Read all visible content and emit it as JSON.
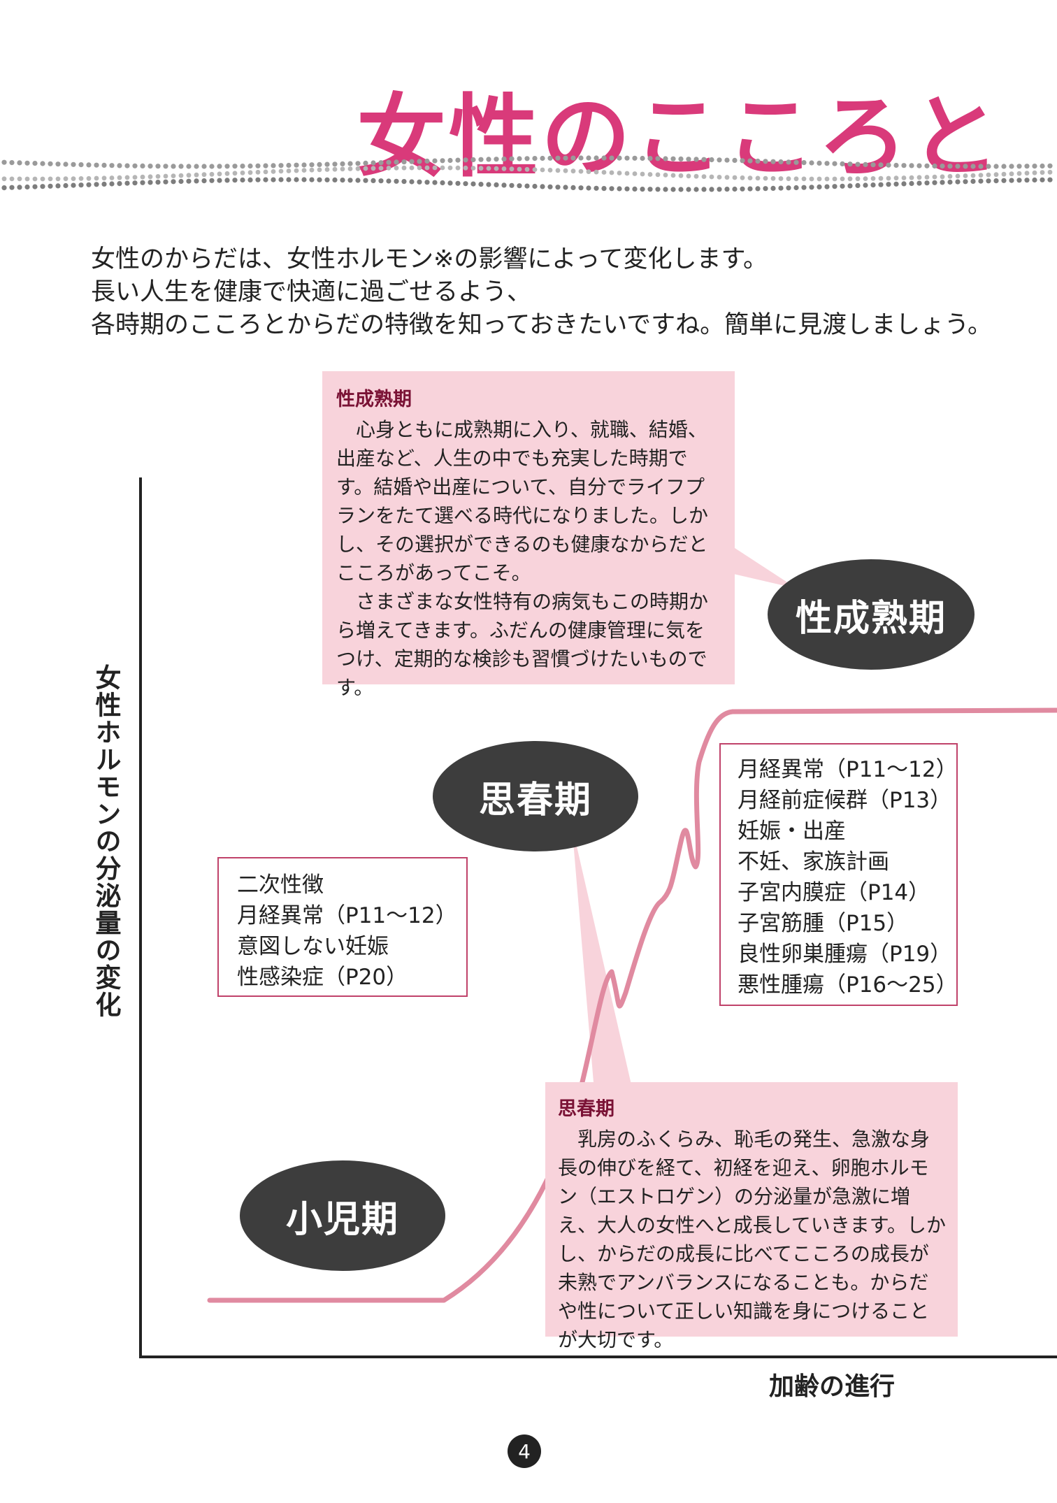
{
  "header": {
    "title": "女性のこころと"
  },
  "intro": {
    "lines": [
      "女性のからだは、女性ホルモン※の影響によって変化します。",
      "長い人生を健康で快適に過ごせるよう、",
      "各時期のこころとからだの特徴を知っておきたいですね。簡単に見渡しましょう。"
    ]
  },
  "graph": {
    "y_label": "女性ホルモンの分泌量の変化",
    "x_label": "加齢の進行"
  },
  "stages": {
    "childhood": "小児期",
    "puberty": "思春期",
    "maturity": "性成熟期"
  },
  "maturity_box": {
    "title": "性成熟期",
    "paragraphs": [
      "心身ともに成熟期に入り、就職、結婚、出産など、人生の中でも充実した時期です。結婚や出産について、自分でライフプランをたて選べる時代になりました。しかし、その選択ができるのも健康なからだとこころがあってこそ。",
      "さまざまな女性特有の病気もこの時期から増えてきます。ふだんの健康管理に気をつけ、定期的な検診も習慣づけたいものです。"
    ]
  },
  "puberty_box": {
    "title": "思春期",
    "paragraphs": [
      "乳房のふくらみ、恥毛の発生、急激な身長の伸びを経て、初経を迎え、卵胞ホルモン（エストロゲン）の分泌量が急激に増え、大人の女性へと成長していきます。しかし、からだの成長に比べてこころの成長が未熟でアンバランスになることも。からだや性について正しい知識を身につけることが大切です。"
    ]
  },
  "puberty_list": [
    "二次性徴",
    "月経異常（P11～12）",
    "意図しない妊娠",
    "性感染症（P20）"
  ],
  "maturity_list": [
    "月経異常（P11～12）",
    "月経前症候群（P13）",
    "妊娠・出産",
    "不妊、家族計画",
    "子宮内膜症（P14）",
    "子宮筋腫（P15）",
    "良性卵巣腫瘍（P19）",
    "悪性腫瘍（P16～25）"
  ],
  "footer": {
    "page_number": "4"
  },
  "colors": {
    "accent": "#d93a7a",
    "box_bg": "#f8d3db",
    "curve": "#e08aa0",
    "stage_bg": "#3d3d3d"
  }
}
